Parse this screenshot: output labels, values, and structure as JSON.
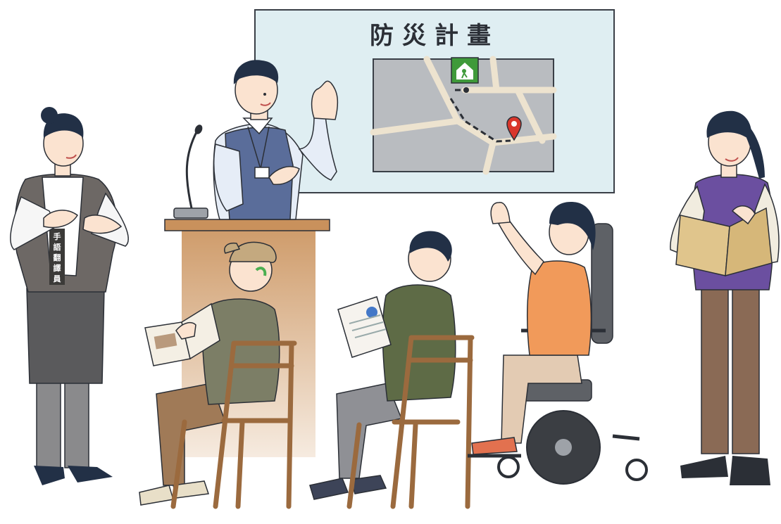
{
  "slide": {
    "title": "防災計畫"
  },
  "interpreter": {
    "vest_label": [
      "手",
      "語",
      "翻",
      "譯",
      "員"
    ]
  },
  "colors": {
    "screen_bg": "#dfeef2",
    "screen_border": "#3a3f47",
    "map_bg": "#b9bcc0",
    "map_road": "#ede3cf",
    "exit_sign": "#3f9a3a",
    "pin": "#d9362b",
    "podium": "#d6a97a",
    "presenter_vest": "#5a6d9a",
    "staff_vest": "#6b4fa0",
    "wheelchair": "#5e6166"
  },
  "icons": [
    "microphone-icon",
    "emergency-exit-icon",
    "map-pin-icon",
    "hearing-aid-icon"
  ]
}
